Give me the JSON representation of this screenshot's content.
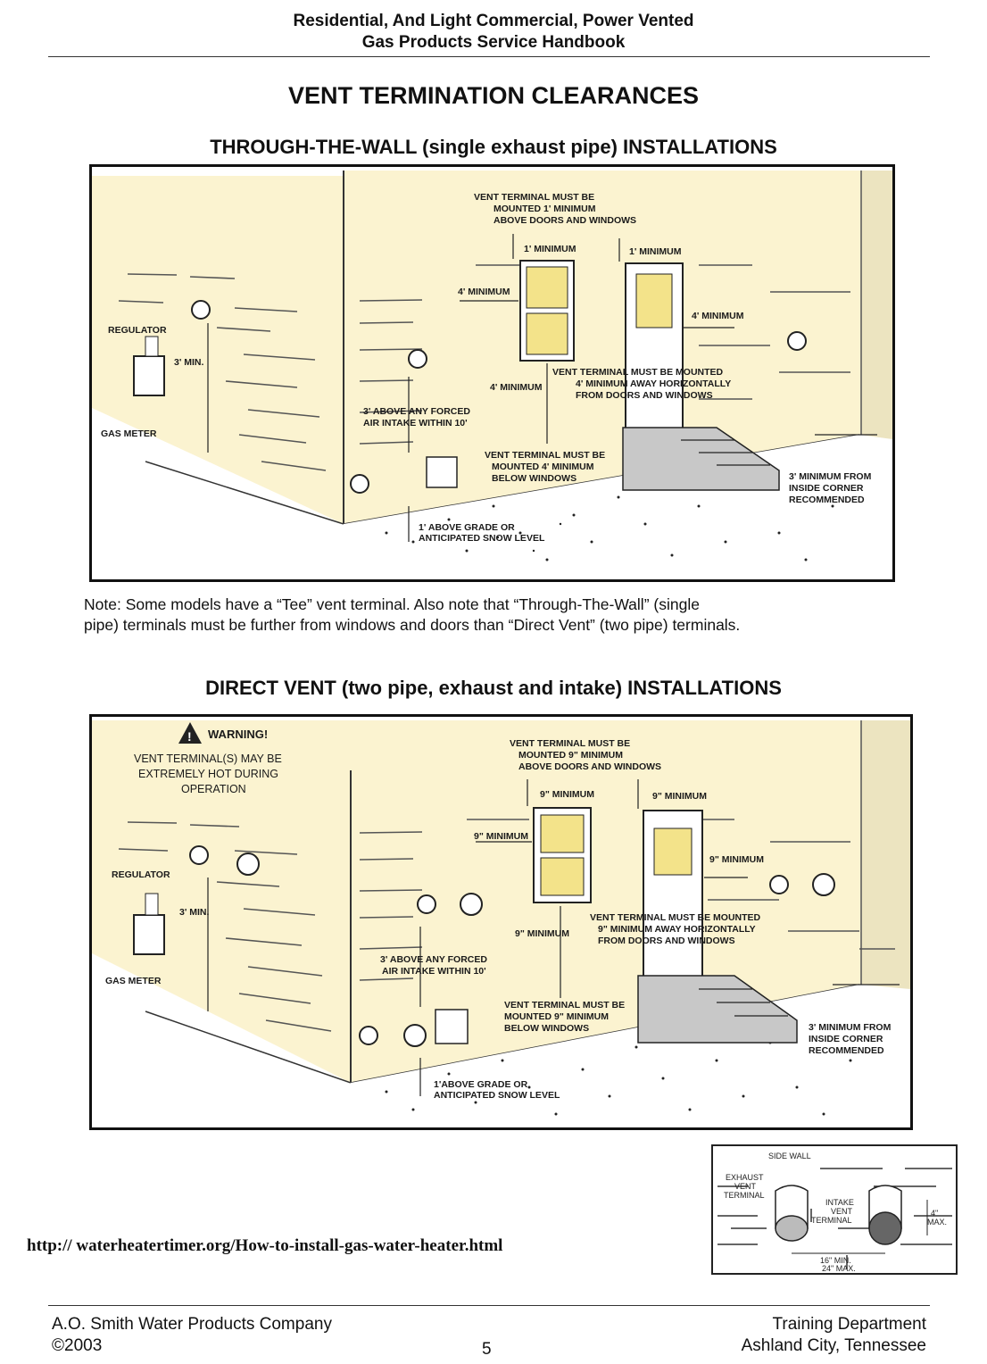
{
  "header": {
    "line1": "Residential, And Light Commercial, Power Vented",
    "line2": "Gas Products Service Handbook"
  },
  "page_title": "VENT TERMINATION CLEARANCES",
  "section1": {
    "title": "THROUGH-THE-WALL (single exhaust pipe) INSTALLATIONS",
    "labels": {
      "top_note": [
        "VENT TERMINAL MUST BE",
        "MOUNTED 1' MINIMUM",
        "ABOVE DOORS AND WINDOWS"
      ],
      "min_window_top": "1' MINIMUM",
      "min_door_top": "1' MINIMUM",
      "min_4_left": "4' MINIMUM",
      "min_4_right": "4' MINIMUM",
      "min_4_below": "4' MINIMUM",
      "horiz_note": [
        "VENT TERMINAL MUST BE MOUNTED",
        "4' MINIMUM AWAY HORIZONTALLY",
        "FROM DOORS AND WINDOWS"
      ],
      "regulator": "REGULATOR",
      "three_min": "3' MIN.",
      "gas_meter": "GAS METER",
      "forced_air": [
        "3' ABOVE ANY FORCED",
        "AIR INTAKE WITHIN 10'"
      ],
      "below_windows": [
        "VENT TERMINAL MUST BE",
        "MOUNTED 4' MINIMUM",
        "BELOW WINDOWS"
      ],
      "grade": [
        "1' ABOVE GRADE OR",
        "ANTICIPATED SNOW LEVEL"
      ],
      "corner": [
        "3' MINIMUM FROM",
        "INSIDE CORNER",
        "RECOMMENDED"
      ]
    }
  },
  "note": {
    "line1": "Note:  Some models have a “Tee” vent terminal.   Also note that “Through-The-Wall” (single",
    "line2": "pipe) terminals must be further from windows and doors than “Direct Vent” (two pipe) terminals."
  },
  "section2": {
    "title": "DIRECT VENT (two pipe, exhaust and intake) INSTALLATIONS",
    "labels": {
      "warning": "WARNING!",
      "warning_text": [
        "VENT TERMINAL(S) MAY BE",
        "EXTREMELY HOT DURING",
        "OPERATION"
      ],
      "top_note": [
        "VENT TERMINAL MUST BE",
        "MOUNTED 9\" MINIMUM",
        "ABOVE DOORS AND WINDOWS"
      ],
      "min_window_top": "9\" MINIMUM",
      "min_door_top": "9\" MINIMUM",
      "min_9_left": "9\" MINIMUM",
      "min_9_right": "9\" MINIMUM",
      "min_9_below": "9\" MINIMUM",
      "horiz_note": [
        "VENT TERMINAL MUST BE MOUNTED",
        "9\" MINIMUM AWAY HORIZONTALLY",
        "FROM DOORS AND WINDOWS"
      ],
      "regulator": "REGULATOR",
      "three_min": "3' MIN.",
      "gas_meter": "GAS METER",
      "forced_air": [
        "3' ABOVE ANY FORCED",
        "AIR INTAKE WITHIN 10'"
      ],
      "below_windows": [
        "VENT TERMINAL MUST BE",
        "MOUNTED 9\" MINIMUM",
        "BELOW WINDOWS"
      ],
      "grade": [
        "1'ABOVE GRADE OR",
        "ANTICIPATED SNOW LEVEL"
      ],
      "corner": [
        "3' MINIMUM FROM",
        "INSIDE CORNER",
        "RECOMMENDED"
      ]
    }
  },
  "detail": {
    "side_wall": "SIDE WALL",
    "exhaust": [
      "EXHAUST",
      "VENT",
      "TERMINAL"
    ],
    "intake": [
      "INTAKE",
      "VENT",
      "TERMINAL"
    ],
    "four_max": [
      "4\"",
      "MAX."
    ],
    "spacing": [
      "16\" MIN.",
      "24\" MAX."
    ]
  },
  "url": "http:// waterheatertimer.org/How-to-install-gas-water-heater.html",
  "footer": {
    "company": "A.O. Smith Water Products Company",
    "copyright": "©2003",
    "page_number": "5",
    "department": "Training Department",
    "location": "Ashland City, Tennessee"
  },
  "colors": {
    "wall_fill": "#fbf3d0",
    "window_glass": "#f3e38a",
    "step_gray": "#c8c8c8"
  }
}
